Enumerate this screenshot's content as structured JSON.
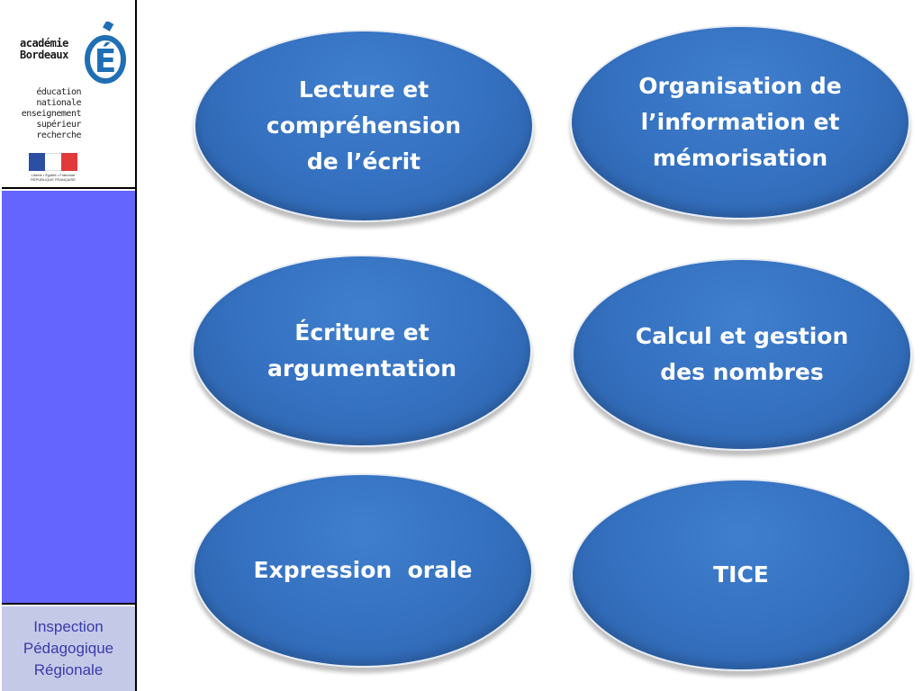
{
  "sidebar": {
    "logo": {
      "academie": "académie",
      "bordeaux": "Bordeaux",
      "letter": "É",
      "lines": [
        "éducation",
        "nationale",
        "enseignement",
        "supérieur",
        "recherche"
      ],
      "flag_caption": "Liberté • Égalité • Fraternité RÉPUBLIQUE FRANÇAISE"
    },
    "panel_color": "#6464ff",
    "footer": {
      "line1": "Inspection",
      "line2": "Pédagogique",
      "line3": "Régionale"
    }
  },
  "ovals": [
    {
      "label": "Lecture et compréhension de l’écrit"
    },
    {
      "label": "Organisation de l’information et mémorisation"
    },
    {
      "label": "Écriture et argumentation"
    },
    {
      "label": "Calcul et gestion des nombres"
    },
    {
      "label": "Expression  orale"
    },
    {
      "label": "TICE"
    }
  ],
  "colors": {
    "oval_fill": "#3470bf",
    "footer_text": "#3a3aa8",
    "footer_bg": "#c4c9e8"
  }
}
